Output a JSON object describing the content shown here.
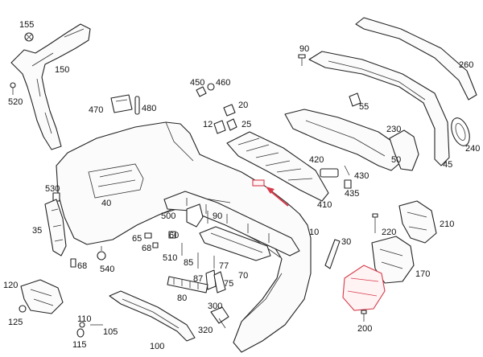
{
  "diagram": {
    "labels": [
      {
        "id": "155",
        "text": "155"
      },
      {
        "id": "150",
        "text": "150"
      },
      {
        "id": "520",
        "text": "520"
      },
      {
        "id": "470",
        "text": "470"
      },
      {
        "id": "480",
        "text": "480"
      },
      {
        "id": "450",
        "text": "450"
      },
      {
        "id": "460",
        "text": "460"
      },
      {
        "id": "90a",
        "text": "90"
      },
      {
        "id": "260",
        "text": "260"
      },
      {
        "id": "55",
        "text": "55"
      },
      {
        "id": "20",
        "text": "20"
      },
      {
        "id": "25",
        "text": "25"
      },
      {
        "id": "12",
        "text": "12"
      },
      {
        "id": "230",
        "text": "230"
      },
      {
        "id": "240",
        "text": "240"
      },
      {
        "id": "50",
        "text": "50"
      },
      {
        "id": "45",
        "text": "45"
      },
      {
        "id": "420",
        "text": "420"
      },
      {
        "id": "430",
        "text": "430"
      },
      {
        "id": "435",
        "text": "435"
      },
      {
        "id": "410",
        "text": "410"
      },
      {
        "id": "40",
        "text": "40"
      },
      {
        "id": "530",
        "text": "530"
      },
      {
        "id": "35",
        "text": "35"
      },
      {
        "id": "500",
        "text": "500"
      },
      {
        "id": "90b",
        "text": "90"
      },
      {
        "id": "60",
        "text": "60"
      },
      {
        "id": "65",
        "text": "65"
      },
      {
        "id": "68a",
        "text": "68"
      },
      {
        "id": "10",
        "text": "10"
      },
      {
        "id": "30",
        "text": "30"
      },
      {
        "id": "220",
        "text": "220"
      },
      {
        "id": "210",
        "text": "210"
      },
      {
        "id": "68b",
        "text": "68"
      },
      {
        "id": "540",
        "text": "540"
      },
      {
        "id": "510",
        "text": "510"
      },
      {
        "id": "85",
        "text": "85"
      },
      {
        "id": "77",
        "text": "77"
      },
      {
        "id": "70",
        "text": "70"
      },
      {
        "id": "87",
        "text": "87"
      },
      {
        "id": "75",
        "text": "75"
      },
      {
        "id": "170",
        "text": "170"
      },
      {
        "id": "120",
        "text": "120"
      },
      {
        "id": "80",
        "text": "80"
      },
      {
        "id": "125",
        "text": "125"
      },
      {
        "id": "110",
        "text": "110"
      },
      {
        "id": "105",
        "text": "105"
      },
      {
        "id": "115",
        "text": "115"
      },
      {
        "id": "100",
        "text": "100"
      },
      {
        "id": "300",
        "text": "300"
      },
      {
        "id": "320",
        "text": "320"
      },
      {
        "id": "200",
        "text": "200"
      }
    ]
  },
  "colors": {
    "line": "#222222",
    "highlight": "#d63b4a",
    "background": "#ffffff"
  }
}
